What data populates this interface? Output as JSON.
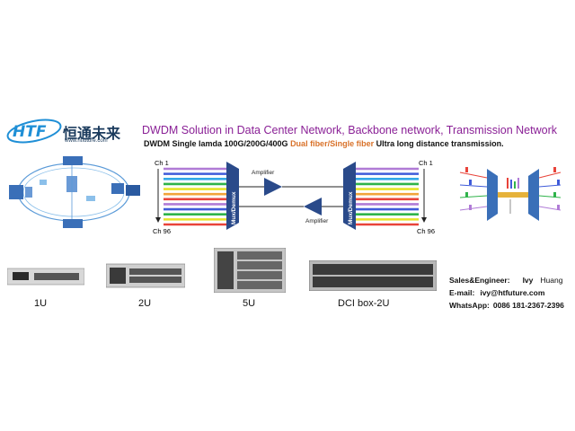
{
  "logo": {
    "mark": "HTF",
    "chinese_name": "恒通未来",
    "url": "www.htfuture.com"
  },
  "title": "DWDM Solution in Data Center Network, Backbone network, Transmission Network",
  "subtitle": {
    "part1": "DWDM Single lamda 100G/200G/400G ",
    "highlight": "Dual fiber/Single fiber",
    "part2": " Ultra long distance transmission."
  },
  "diagram": {
    "left_ch_top": "Ch 1",
    "left_ch_bottom": "Ch 96",
    "right_ch_top": "Ch 1",
    "right_ch_bottom": "Ch 96",
    "mux_left": "Mux/Demux",
    "mux_right": "Mux/Demux",
    "amplifier_top": "Amplifier",
    "amplifier_bottom": "Amplifier",
    "fiber_colors": [
      "#b07bd6",
      "#3f5bd9",
      "#33a9e6",
      "#2fb34a",
      "#e6e22a",
      "#f2a43a",
      "#e8433a",
      "#b07bd6",
      "#3f5bd9",
      "#2fb34a",
      "#e6e22a",
      "#e8433a"
    ]
  },
  "devices": [
    {
      "label": "1U"
    },
    {
      "label": "2U"
    },
    {
      "label": "5U"
    },
    {
      "label": "DCI box-2U"
    }
  ],
  "contact": {
    "sales_label": "Sales&Engineer:",
    "name_first": "Ivy",
    "name_last": "Huang",
    "email_label": "E-mail:",
    "email": "ivy@htfuture.com",
    "whatsapp_label": "WhatsApp:",
    "whatsapp_number": "0086 181-2367-2396"
  },
  "colors": {
    "title": "#8a2096",
    "highlight": "#d9722a",
    "logo_blue": "#1f8fd6",
    "mux_blue": "#2a4a8a"
  }
}
